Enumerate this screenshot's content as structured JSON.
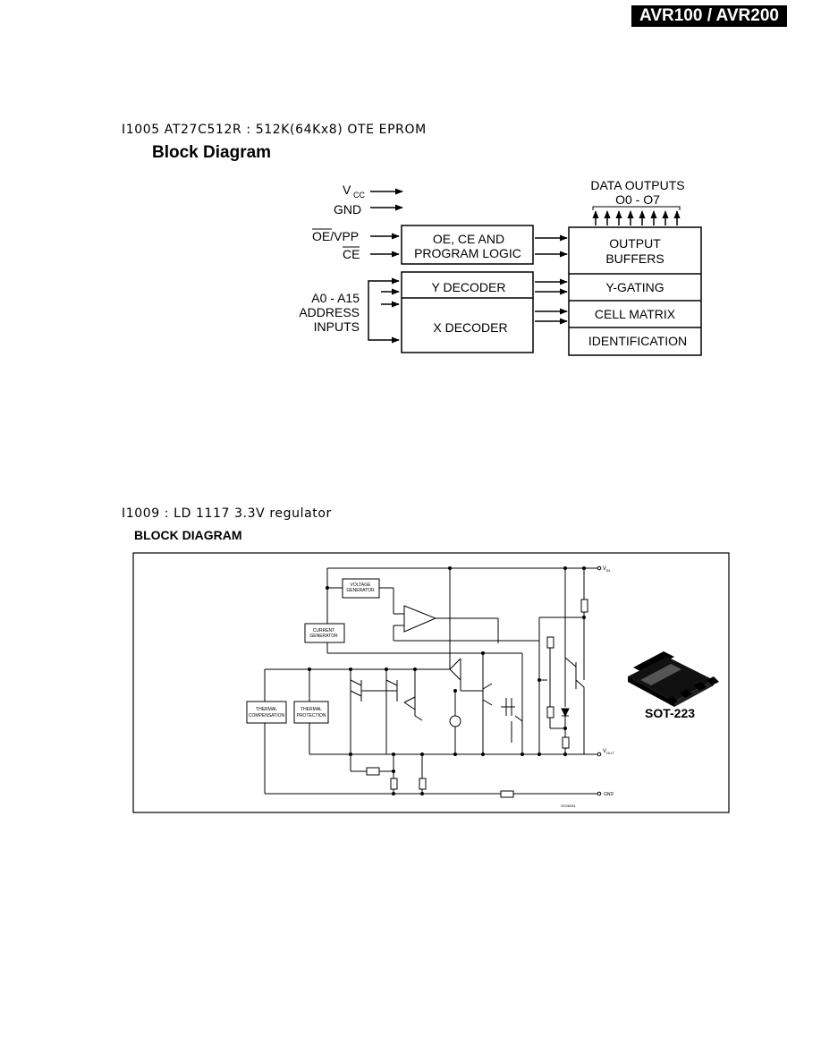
{
  "header": {
    "badge": "AVR100 / AVR200"
  },
  "section1": {
    "title": "I1005 AT27C512R : 512K(64Kx8) OTE EPROM",
    "heading": "Block Diagram",
    "pins": {
      "vcc_main": "V",
      "vcc_sub": "CC",
      "gnd": "GND",
      "oe_vpp": "OE/VPP",
      "ce": "CE"
    },
    "address": {
      "line1": "A0 - A15",
      "line2": "ADDRESS",
      "line3": "INPUTS"
    },
    "data_outputs": {
      "line1": "DATA OUTPUTS",
      "line2": "O0 - O7"
    },
    "blocks": {
      "logic_line1": "OE, CE AND",
      "logic_line2": "PROGRAM LOGIC",
      "y_decoder": "Y DECODER",
      "x_decoder": "X DECODER",
      "output_line1": "OUTPUT",
      "output_line2": "BUFFERS",
      "y_gating": "Y-GATING",
      "cell_matrix": "CELL MATRIX",
      "identification": "IDENTIFICATION"
    }
  },
  "section2": {
    "title": "I1009 : LD 1117 3.3V regulator",
    "heading": "BLOCK DIAGRAM",
    "blocks": {
      "voltage_gen_1": "VOLTAGE",
      "voltage_gen_2": "GENERATOR",
      "current_gen_1": "CURRENT",
      "current_gen_2": "GENERATOR",
      "thermal_comp_1": "THERMAL",
      "thermal_comp_2": "COMPENSATION",
      "thermal_prot_1": "THERMAL",
      "thermal_prot_2": "PROTECTION"
    },
    "terminals": {
      "vin": "V",
      "vin_sub": "IN",
      "vout": "V",
      "vout_sub": "OUT",
      "gnd": "GND"
    },
    "code": "SC06281",
    "package": "SOT-223"
  }
}
